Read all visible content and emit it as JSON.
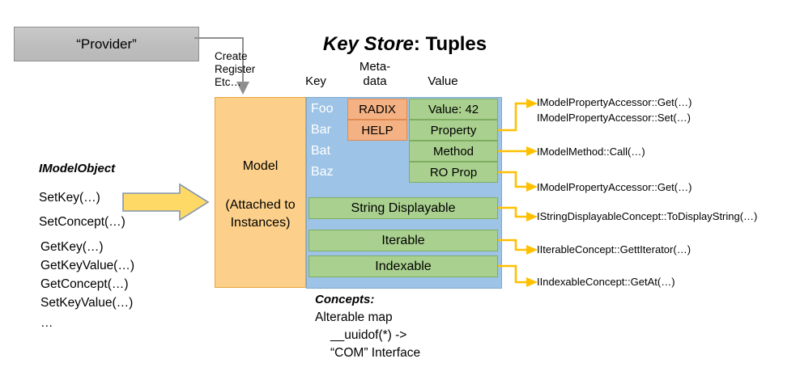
{
  "provider": {
    "label": "“Provider”",
    "connector_label_lines": [
      "Create",
      "Register",
      "Etc…"
    ]
  },
  "title": {
    "emphasis": "Key Store",
    "rest": ": Tuples"
  },
  "column_headers": {
    "key": "Key",
    "metadata_line1": "Meta-",
    "metadata_line2": "data",
    "value": "Value"
  },
  "model": {
    "title": "Model",
    "subtitle_line1": "(Attached to",
    "subtitle_line2": "Instances)"
  },
  "keys": [
    "Foo",
    "Bar",
    "Bat",
    "Baz"
  ],
  "metadata_boxes": [
    "RADIX",
    "HELP"
  ],
  "value_boxes": [
    "Value: 42",
    "Property",
    "Method",
    "RO Prop"
  ],
  "concept_bars": [
    "String Displayable",
    "Iterable",
    "Indexable"
  ],
  "imodelobject": {
    "title": "IModelObject",
    "methods": [
      "SetKey(…)",
      "SetConcept(…)",
      "GetKey(…)",
      "GetKeyValue(…)",
      "GetConcept(…)",
      "SetKeyValue(…)",
      "…"
    ]
  },
  "annotations": [
    "IModelPropertyAccessor::Get(…)",
    "IModelPropertyAccessor::Set(…)",
    "IModelMethod::Call(…)",
    "IModelPropertyAccessor::Get(…)",
    "IStringDisplayableConcept::ToDisplayString(…)",
    "IIterableConcept::GettIterator(…)",
    "IIndexableConcept::GetAt(…)"
  ],
  "concepts": {
    "title": "Concepts:",
    "line1": "Alterable map",
    "line2": "__uuidof(*) ->",
    "line3": "“COM” Interface"
  },
  "colors": {
    "provider_fill": "#c0c0c0",
    "model_fill": "#fcd08a",
    "keystore_fill": "#9dc3e6",
    "metadata_fill": "#f4b183",
    "value_fill": "#a9d08e",
    "arrow_yellow": "#ffc000",
    "block_arrow_fill": "#ffd966"
  }
}
